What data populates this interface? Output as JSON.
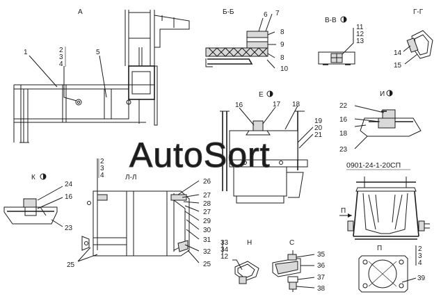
{
  "document_ref": "0901-24-1-20СП",
  "watermark": "AutoSort",
  "view_labels": {
    "A": "А",
    "BB": "Б-Б",
    "VV": "В-В",
    "GG": "Г-Г",
    "E": "Е",
    "I": "И",
    "K": "К",
    "LL": "Л-Л",
    "N": "Н",
    "S": "С",
    "P": "П",
    "P_arrow": "П"
  },
  "callouts": {
    "n1": "1",
    "n2": "2",
    "n3": "3",
    "n4": "4",
    "n5": "5",
    "n6": "6",
    "n7": "7",
    "n8a": "8",
    "n9": "9",
    "n8b": "8",
    "n10": "10",
    "n11": "11",
    "n12": "12",
    "n13": "13",
    "n14": "14",
    "n15": "15",
    "n16e": "16",
    "n17": "17",
    "n18e": "18",
    "n19": "19",
    "n20": "20",
    "n21": "21",
    "n22": "22",
    "n16i": "16",
    "n18i": "18",
    "n23i": "23",
    "n24": "24",
    "n16k": "16",
    "n23k": "23",
    "n2l": "2",
    "n3l": "3",
    "n4l": "4",
    "n26": "26",
    "n27a": "27",
    "n28": "28",
    "n27b": "27",
    "n29": "29",
    "n30": "30",
    "n31": "31",
    "n32": "32",
    "n25a": "25",
    "n25b": "25",
    "n33": "33",
    "n34": "34",
    "n12n": "12",
    "n35": "35",
    "n36": "36",
    "n37": "37",
    "n38": "38",
    "n2p": "2",
    "n3p": "3",
    "n4p": "4",
    "n39": "39"
  }
}
